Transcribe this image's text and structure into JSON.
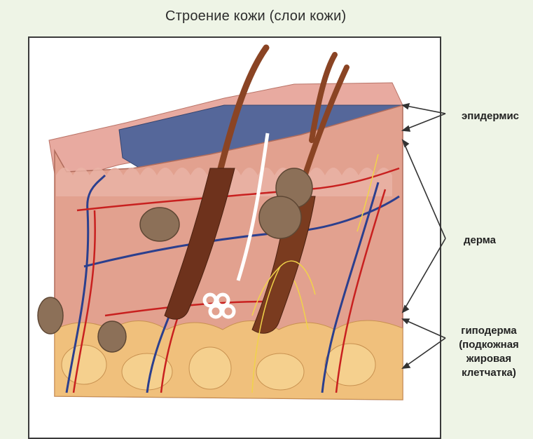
{
  "title": "Строение кожи (слои кожи)",
  "labels": {
    "epidermis": "эпидермис",
    "dermis": "дерма",
    "hypodermis_lines": [
      "гиподерма",
      "(подкожная",
      "жировая",
      "клетчатка)"
    ]
  },
  "colors": {
    "background": "#eef4e6",
    "epidermis_surface": "#e9a79c",
    "stratum": "#4b5e8a",
    "dermis": "#e2a18f",
    "hypodermis_fat": "#f0c07c",
    "vein": "#2b3f8e",
    "artery": "#c8201f",
    "hair": "#7a3b1f",
    "nerve": "#f1d34a",
    "sweat_gland": "#ffffff"
  }
}
